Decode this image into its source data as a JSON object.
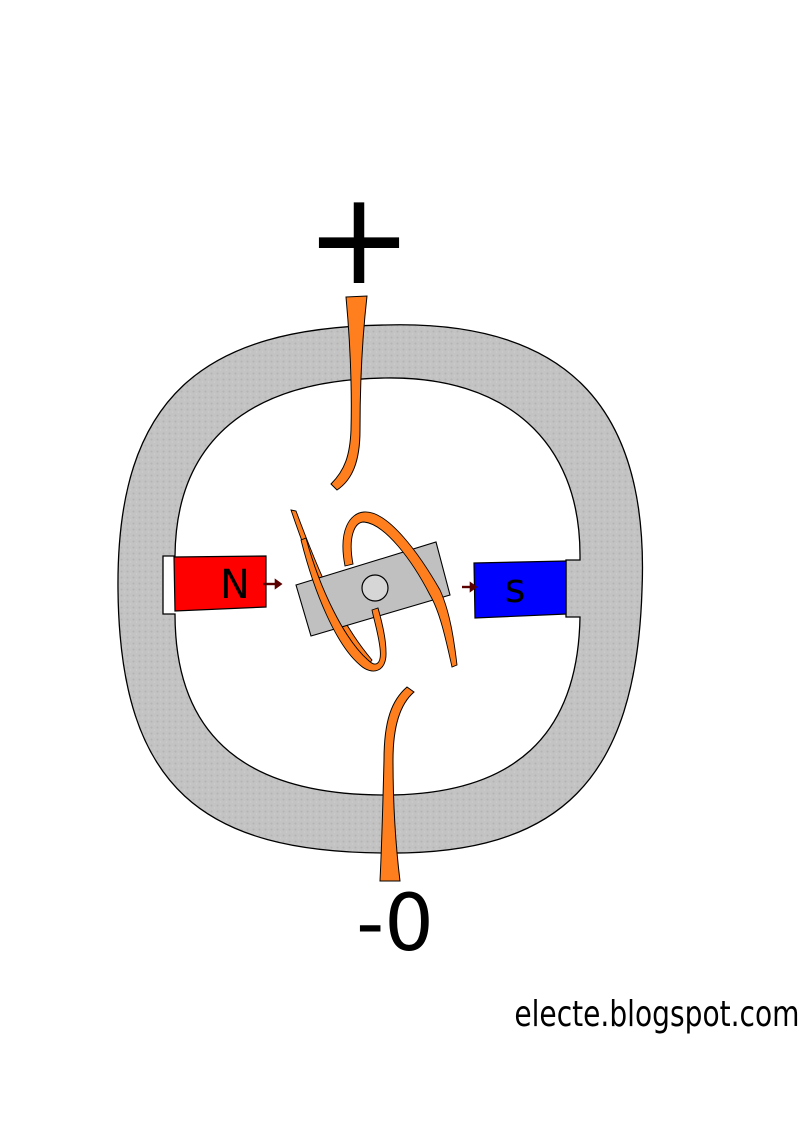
{
  "labels": {
    "positive_terminal": "+",
    "negative_terminal": "-0",
    "north_pole": "N",
    "south_pole": "s",
    "source": "electe.blogspot.com"
  },
  "icons": {
    "frame": "stator-ring-shape",
    "north_magnet": "magnet-block-shape",
    "south_magnet": "magnet-block-shape",
    "rotor": "armature-rect-shape",
    "coil": "wire-coil-shape",
    "brush": "brush-wire-shape",
    "arrow": "arrow-right-icon"
  },
  "colors": {
    "frame": "#c0c0c0",
    "north_pole": "#ff0000",
    "south_pole": "#0000ff",
    "wire": "#ff7f1f",
    "rotor": "#c0c0c0",
    "arrow": "#5a0000"
  }
}
